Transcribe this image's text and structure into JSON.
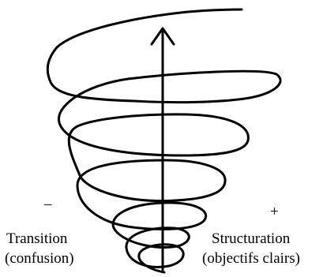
{
  "diagram": {
    "minus_sign": "–",
    "plus_sign": "+",
    "left_label": {
      "line1": "Transition",
      "line2": "(confusion)"
    },
    "right_label": {
      "line1": "Structuration",
      "line2": "(objectifs clairs)"
    },
    "stroke_color": "#000000",
    "background_color": "#ffffff"
  }
}
